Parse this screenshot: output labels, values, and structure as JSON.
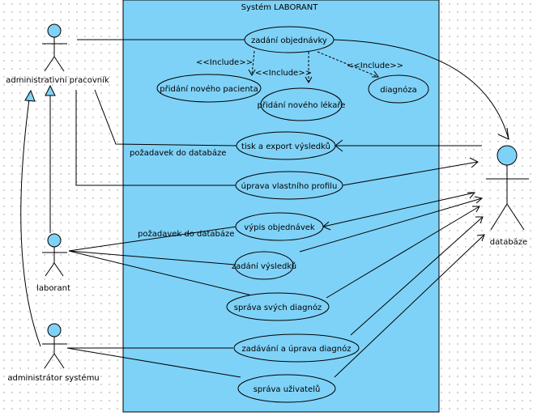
{
  "system": {
    "title": "Systém LABORANT",
    "fill": "#7fd2f7"
  },
  "actors": {
    "admin_worker": "administrativní pracovník",
    "laborant": "laborant",
    "sysadmin": "administrátor systému",
    "database": "databáze"
  },
  "use_cases": {
    "zadani_objednavky": "zadání objednávky",
    "pridani_pacienta": "přidání nového pacienta",
    "pridani_lekare": "přidání nového lékaře",
    "diagnoza": "diagnóza",
    "tisk_export": "tisk a export výsledků",
    "uprava_profilu": "úprava vlastního profilu",
    "vypis_objednavek": "výpis objednávek",
    "zadani_vysledku": "zadání výsledků",
    "sprava_diagnoz": "správa svých diagnóz",
    "zadavani_uprava_diagnoz": "zadávání a úprava diagnóz",
    "sprava_uzivatelu": "správa uživatelů"
  },
  "include_labels": {
    "to_pacient": "<<Include>>",
    "to_lekar": "<<Include>>",
    "to_diagnoza": "<<Include>>"
  },
  "association_labels": {
    "tisk_request": "požadavek do databáze",
    "vypis_request": "požadavek do databáze"
  }
}
